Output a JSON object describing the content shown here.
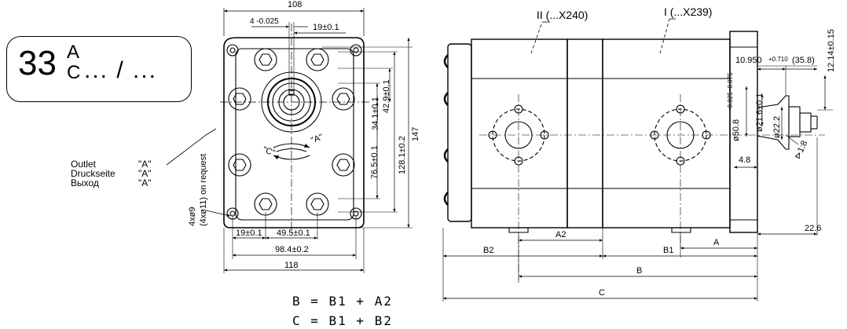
{
  "code_label": {
    "prefix": "33",
    "sup": "A",
    "sub": "C",
    "rest": "... / ..."
  },
  "side_legend": {
    "lines": [
      {
        "label": "Outlet",
        "value": "\"A\""
      },
      {
        "label": "Druckseite",
        "value": "\"A\""
      },
      {
        "label": "Выход",
        "value": "\"A\""
      }
    ]
  },
  "front_view": {
    "dim_top_width": "108",
    "dim_key": "4 -0.025",
    "dim_key_offset": "19±0.1",
    "dim_34": "34.1±0.1",
    "dim_42": "42.9±0.1",
    "dim_76": "76.5±0.1",
    "dim_128": "128.1±0.2",
    "dim_147": "147",
    "dim_bottom_19": "19±0.1",
    "dim_bottom_49": "49.5±0.1",
    "dim_bottom_98": "98.4±0.2",
    "dim_bottom_118": "118",
    "holes_main": "4xø9",
    "holes_request": "(4xø11) on request",
    "rotation_a": "\"A\"",
    "rotation_c": "\"C\""
  },
  "side_view": {
    "label_ii": "II (...X240)",
    "label_i": "I (...X239)",
    "dim_10950": "10.950",
    "dim_10950_tol": "+0.710",
    "dim_358": "(35.8)",
    "dim_1214": "12.14±0.15",
    "dim_508": "ø50.8",
    "dim_508_tol": "-0.025 -0.075",
    "dim_216": "ø21.6±0.1",
    "dim_222": "ø22.2",
    "taper": "⊳1:8",
    "dim_48": "4.8",
    "dim_226": "22.6",
    "dim_a": "A",
    "dim_a2": "A2",
    "dim_b1": "B1",
    "dim_b2": "B2",
    "dim_b": "B",
    "dim_c": "C"
  },
  "formulas": [
    "B = B1 + A2",
    "C = B1 + B2"
  ]
}
